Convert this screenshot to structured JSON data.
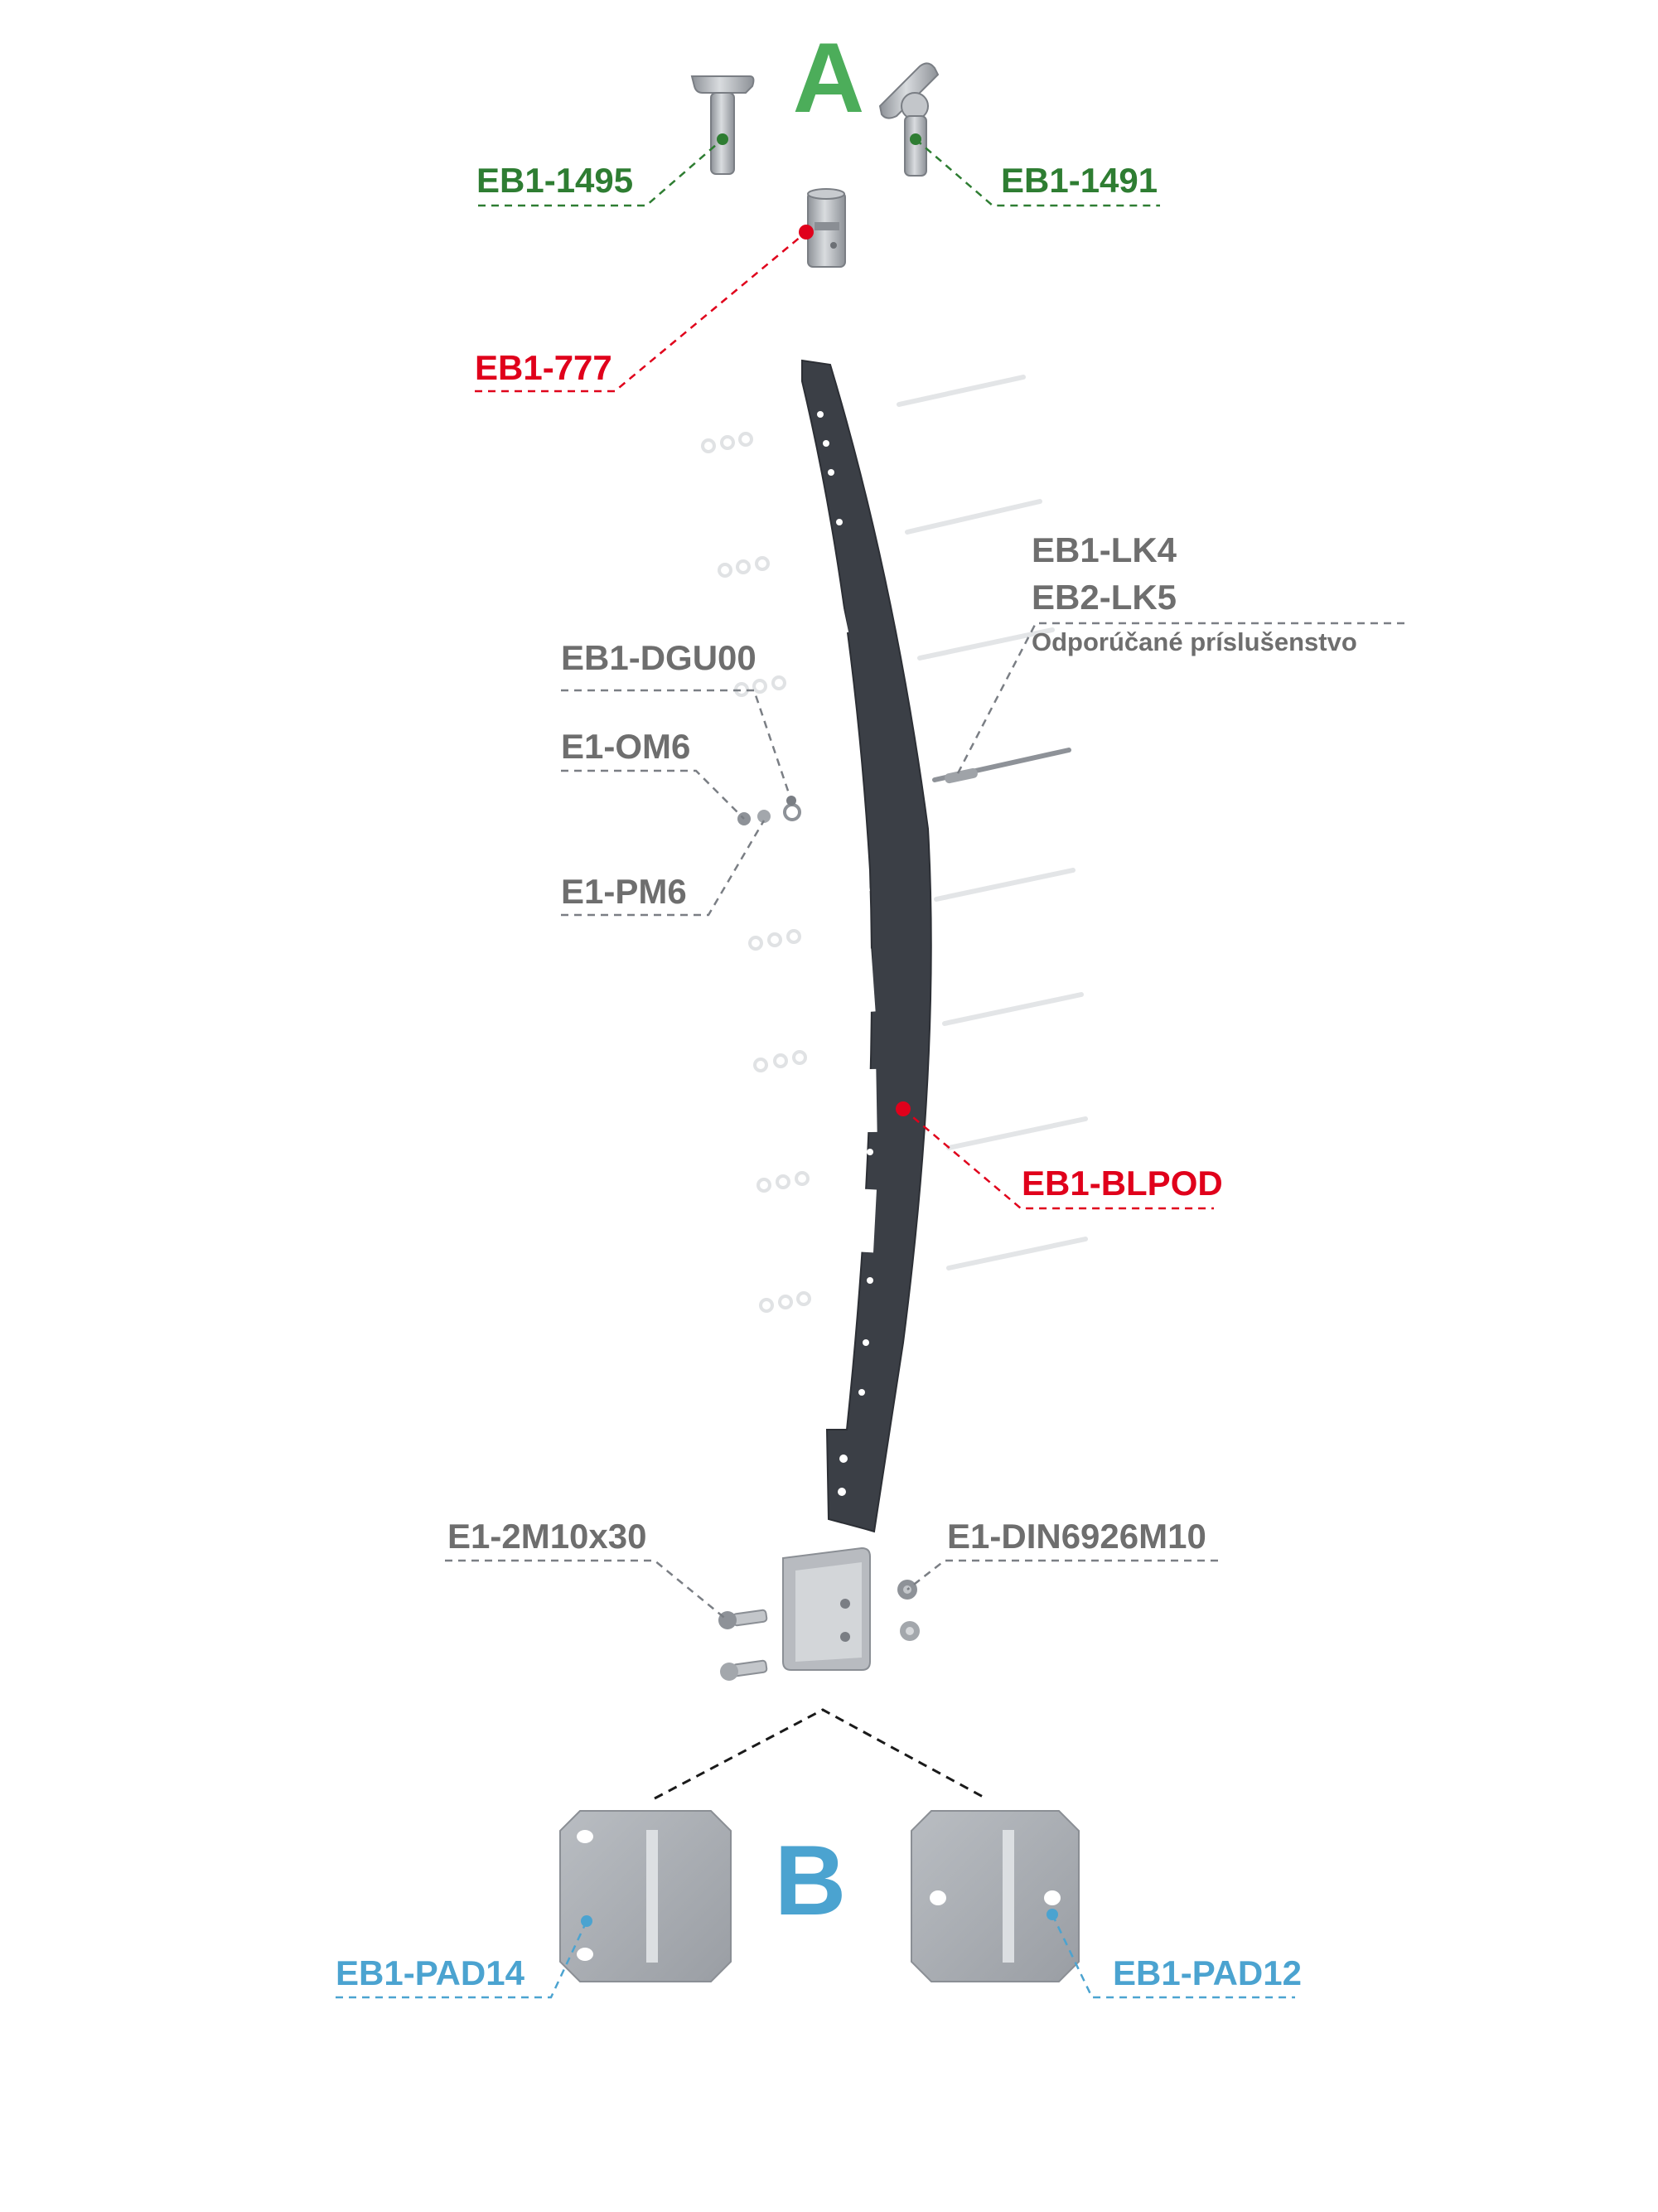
{
  "colors": {
    "accent_green": "#4cad5a",
    "label_green": "#2e7d32",
    "label_red": "#e0001b",
    "label_blue": "#4ba3d0",
    "label_grey": "#6e6e6e",
    "post": "#3b3f46",
    "steel": "#a9adb3"
  },
  "sections": {
    "a": "A",
    "b": "B"
  },
  "labels": {
    "eb1_1495": "EB1-1495",
    "eb1_1491": "EB1-1491",
    "eb1_777": "EB1-777",
    "eb1_lk4": "EB1-LK4",
    "eb2_lk5": "EB2-LK5",
    "recommended": "Odporúčané príslušenstvo",
    "eb1_dgu00": "EB1-DGU00",
    "e1_om6": "E1-OM6",
    "e1_pm6": "E1-PM6",
    "eb1_blpod": "EB1-BLPOD",
    "e1_2m10x30": "E1-2M10x30",
    "e1_din6926m10": "E1-DIN6926M10",
    "eb1_pad14": "EB1-PAD14",
    "eb1_pad12": "EB1-PAD12"
  },
  "icons": {
    "handrail_saddle_t": "t-saddle-icon",
    "handrail_saddle_tilt": "tilting-saddle-icon",
    "tube_connector": "tube-connector-icon",
    "post": "curved-post-icon",
    "base_bracket": "base-bracket-icon",
    "base_plate_14": "base-plate-icon",
    "base_plate_12": "base-plate-icon"
  }
}
